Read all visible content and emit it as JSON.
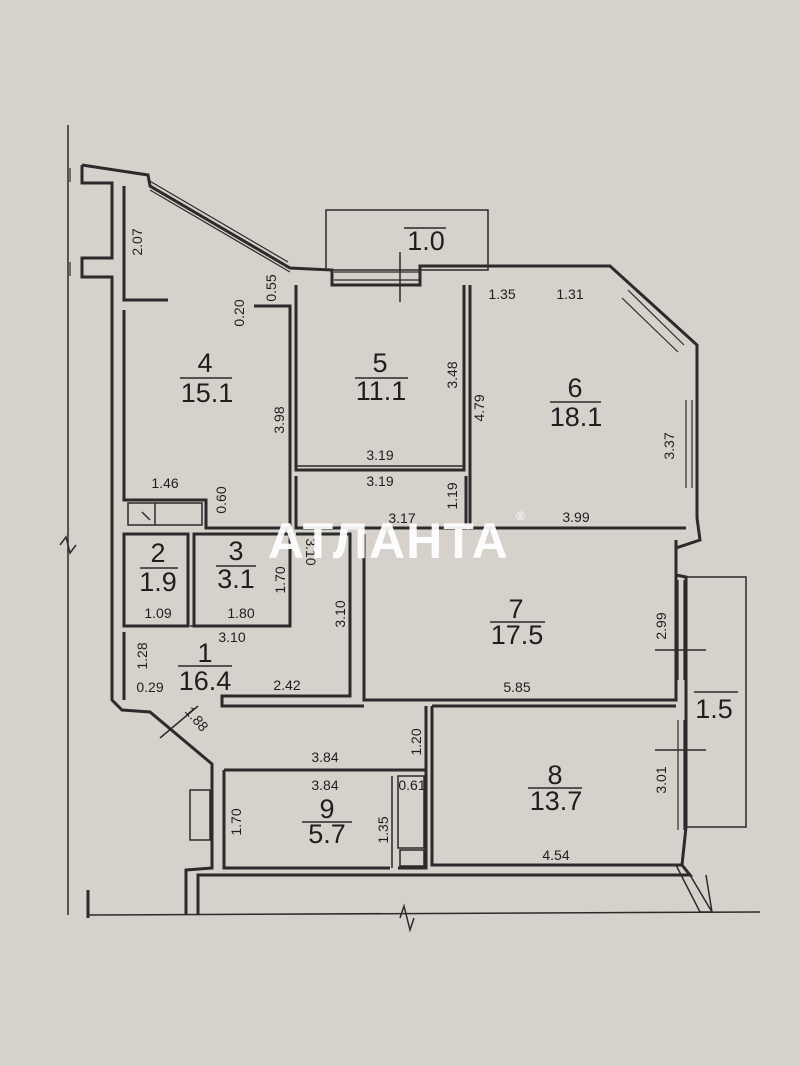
{
  "rooms": [
    {
      "id": "r1",
      "number": "1",
      "area": "16.4"
    },
    {
      "id": "r2",
      "number": "2",
      "area": "1.9"
    },
    {
      "id": "r3",
      "number": "3",
      "area": "3.1"
    },
    {
      "id": "r4",
      "number": "4",
      "area": "15.1"
    },
    {
      "id": "r5",
      "number": "5",
      "area": "11.1"
    },
    {
      "id": "r6",
      "number": "6",
      "area": "18.1"
    },
    {
      "id": "r7",
      "number": "7",
      "area": "17.5"
    },
    {
      "id": "r8",
      "number": "8",
      "area": "13.7"
    },
    {
      "id": "r9",
      "number": "9",
      "area": "5.7"
    }
  ],
  "balconies": [
    {
      "id": "b1",
      "area": "1.0"
    },
    {
      "id": "b2",
      "area": "1.5"
    }
  ],
  "dimensions": [
    "2.07",
    "0.55",
    "0.20",
    "3.98",
    "1.46",
    "0.60",
    "1.35",
    "1.31",
    "3.48",
    "4.79",
    "3.19",
    "3.19",
    "1.19",
    "3.37",
    "3.99",
    "3.17",
    "1.70",
    "1.09",
    "1.80",
    "3.10",
    "3.10",
    "1.28",
    "0.29",
    "2.42",
    "2.99",
    "5.85",
    "1.88",
    "1.20",
    "3.84",
    "3.84",
    "0.61",
    "3.01",
    "1.70",
    "1.35",
    "4.54",
    "3.10"
  ],
  "watermark": {
    "text": "АТЛАНТА",
    "mark": "®"
  }
}
